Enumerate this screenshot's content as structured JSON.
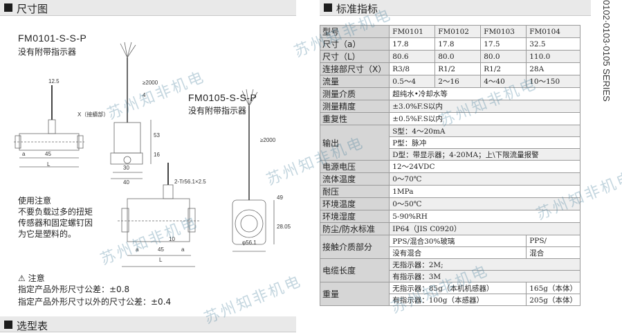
{
  "dim_section": {
    "title": "尺寸图"
  },
  "spec_section": {
    "title": "标准指标"
  },
  "select_section": {
    "title": "选型表"
  },
  "side_label": "0102·0103·0105 SERIES",
  "fm0101": {
    "model": "FM0101-S-S-P",
    "sub": "没有附带指示器"
  },
  "fm0105": {
    "model": "FM0105-S-S-P",
    "sub": "没有附带指示器"
  },
  "dims": {
    "d12_5": "12.5",
    "d2000a": "≥2000",
    "d4": "4",
    "x_label": "X（接續部）",
    "d53": "53",
    "d16": "16",
    "d30": "30",
    "d40": "40",
    "a": "a",
    "d45": "45",
    "L": "L",
    "d2000b": "≥2000",
    "tapping": "2-Tr56.1×2.5",
    "d49": "49",
    "d28_05": "28.05",
    "d56_1": "φ56.1",
    "b_a1": "a",
    "b_45": "45",
    "b_a2": "a",
    "b_10": "10",
    "b_L": "L"
  },
  "usage_notes": {
    "title": "使用注意",
    "lines": [
      "不要负载过多的扭矩",
      "传感器和固定螺钉因",
      "为它是塑料的。"
    ]
  },
  "caution": {
    "title": "⚠ 注意",
    "line1": "指定产品外形尺寸公差：±0.8",
    "line2": "指定产品外形尺寸以外的尺寸公差：±0.4"
  },
  "spec": {
    "model_label": "型号",
    "models": [
      "FM0101",
      "FM0102",
      "FM0103",
      "FM0104"
    ],
    "size_a_label": "尺寸（a）",
    "size_a": [
      "17.8",
      "17.8",
      "17.5",
      "32.5"
    ],
    "size_l_label": "尺寸（L）",
    "size_l": [
      "80.6",
      "80.0",
      "80.0",
      "110.0"
    ],
    "conn_label": "连接部尺寸（X）",
    "conn": [
      "R3/8",
      "R1/2",
      "R1/2",
      "28A"
    ],
    "flow_label": "流量",
    "flow": [
      "0.5～4",
      "2～16",
      "4～40",
      "10～150"
    ],
    "medium_label": "测量介质",
    "medium": "超纯水•冷却水等",
    "accuracy_label": "测量精度",
    "accuracy": "±3.0%F.S以内",
    "repeat_label": "重复性",
    "repeat": "±0.5%F.S以内",
    "output_label": "输出",
    "out_s": "S型：4～20mA",
    "out_p": "P型：脉冲",
    "out_d": "D型：带显示器；4-20MA；上\\下限流量报警",
    "power_label": "电源电压",
    "power": "12～24VDC",
    "fluid_temp_label": "流体温度",
    "fluid_temp": "0～70℃",
    "pressure_label": "耐压",
    "pressure": "1MPa",
    "env_temp_label": "环境温度",
    "env_temp": "0～50℃",
    "env_hum_label": "环境湿度",
    "env_hum": "5-90%RH",
    "ip_label": "防尘/防水标准",
    "ip": "IP64（JIS C0920）",
    "contact_label": "接触介质部分",
    "contact1": "PPS/混合30%玻璃",
    "contact2": "没有混合",
    "contact3": "PPS/",
    "contact4": "混合",
    "cable_label": "电缆长度",
    "cable1": "无指示器：2M;",
    "cable2": "有指示器：3M",
    "weight_label": "重量",
    "weight1": "无指示器：85g（本机机感器）",
    "weight1b": "165g（本体）",
    "weight2": "有指示器：100g（本感器）",
    "weight2b": "205g（本体）"
  },
  "watermark": "苏州知非机电"
}
